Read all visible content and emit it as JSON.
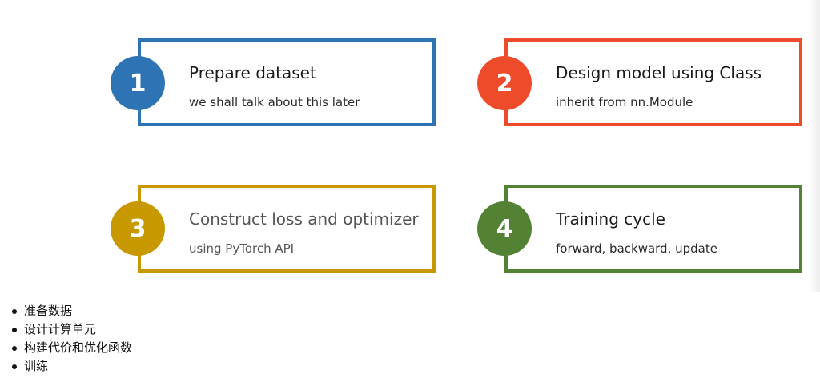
{
  "steps": [
    {
      "number": "1",
      "title": "Prepare dataset",
      "subtitle": "we shall talk about this later",
      "color": "#2e74b5",
      "title_color": "#1a1a1a",
      "subtitle_color": "#2a2a2a"
    },
    {
      "number": "2",
      "title": "Design model using Class",
      "subtitle": "inherit from nn.Module",
      "color": "#ee4b2b",
      "title_color": "#1a1a1a",
      "subtitle_color": "#2a2a2a"
    },
    {
      "number": "3",
      "title": "Construct loss and optimizer",
      "subtitle": "using PyTorch API",
      "color": "#c89800",
      "title_color": "#555555",
      "subtitle_color": "#555555"
    },
    {
      "number": "4",
      "title": "Training cycle",
      "subtitle": "forward, backward, update",
      "color": "#548235",
      "title_color": "#1a1a1a",
      "subtitle_color": "#2a2a2a"
    }
  ],
  "bullets": [
    "准备数据",
    "设计计算单元",
    "构建代价和优化函数",
    "训练"
  ]
}
